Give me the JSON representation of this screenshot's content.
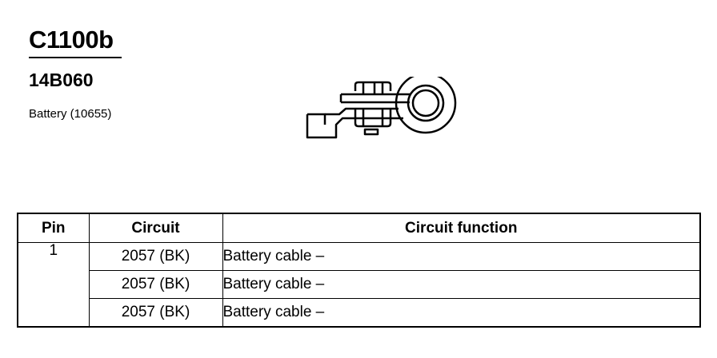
{
  "connector": {
    "id": "C1100b",
    "part_number": "14B060",
    "description": "Battery (10655)"
  },
  "terminal_icon": "battery-terminal-illustration",
  "table": {
    "headers": [
      "Pin",
      "Circuit",
      "Circuit function"
    ],
    "rows": [
      {
        "pin": "1",
        "circuit": "2057 (BK)",
        "function": "Battery cable –"
      },
      {
        "pin": "",
        "circuit": "2057 (BK)",
        "function": "Battery cable –"
      },
      {
        "pin": "",
        "circuit": "2057 (BK)",
        "function": "Battery cable –"
      }
    ]
  }
}
